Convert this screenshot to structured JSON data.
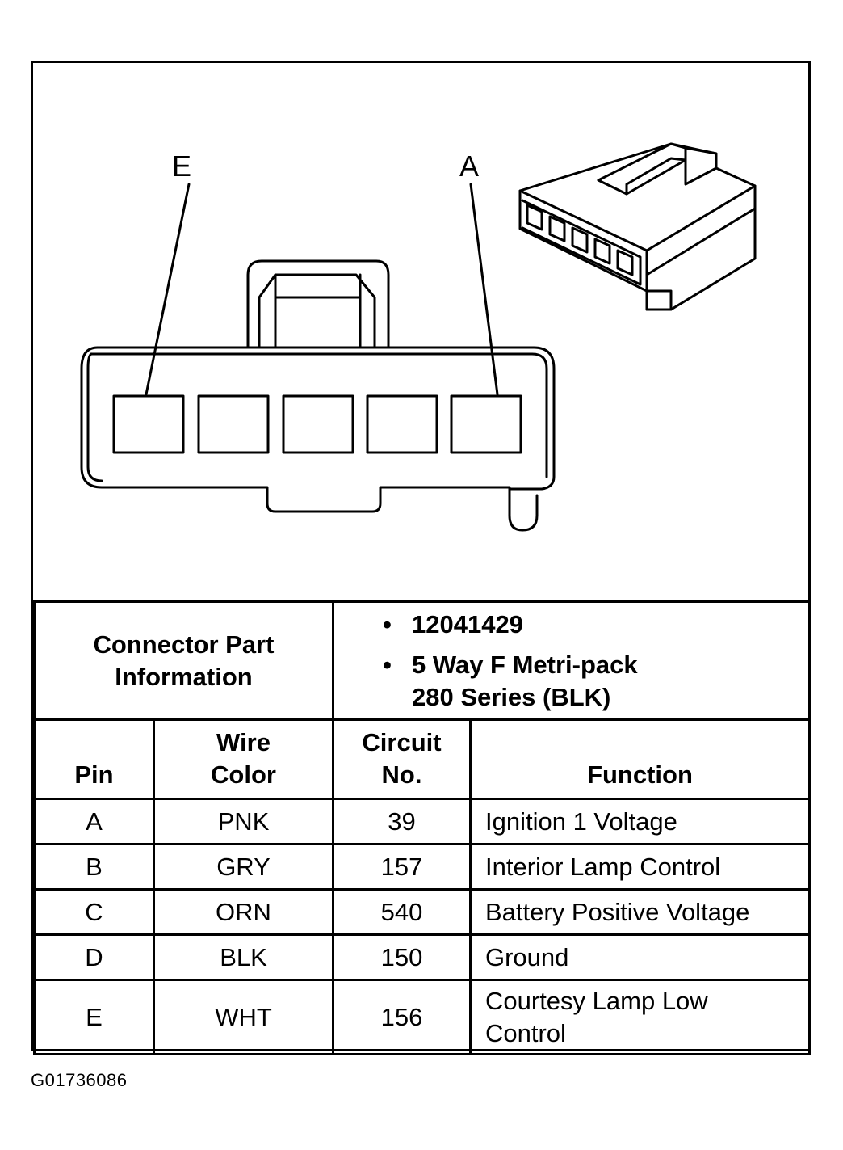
{
  "diagram": {
    "label_left": "E",
    "label_right": "A"
  },
  "connector_info": {
    "label": "Connector Part Information",
    "part_number": "12041429",
    "description_line1": "5 Way F Metri-pack",
    "description_line2": "280 Series (BLK)"
  },
  "table": {
    "headers": {
      "pin": "Pin",
      "wire_color_line1": "Wire",
      "wire_color_line2": "Color",
      "circuit_line1": "Circuit",
      "circuit_line2": "No.",
      "function": "Function"
    },
    "rows": [
      {
        "pin": "A",
        "color": "PNK",
        "circuit": "39",
        "function": "Ignition 1 Voltage"
      },
      {
        "pin": "B",
        "color": "GRY",
        "circuit": "157",
        "function": "Interior Lamp Control"
      },
      {
        "pin": "C",
        "color": "ORN",
        "circuit": "540",
        "function": "Battery Positive Voltage"
      },
      {
        "pin": "D",
        "color": "BLK",
        "circuit": "150",
        "function": "Ground"
      },
      {
        "pin": "E",
        "color": "WHT",
        "circuit": "156",
        "function_line1": "Courtesy Lamp Low",
        "function_line2": "Control"
      }
    ]
  },
  "figure_code": "G01736086"
}
